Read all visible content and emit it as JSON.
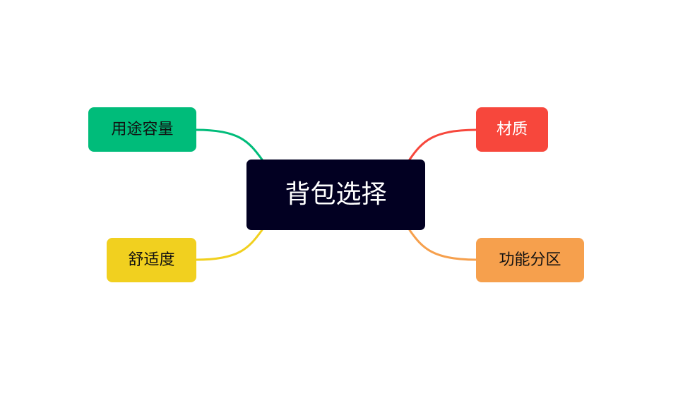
{
  "mindmap": {
    "central": {
      "label": "背包选择",
      "background": "#020022",
      "text_color": "#ffffff"
    },
    "branches": [
      {
        "id": "capacity",
        "label": "用途容量",
        "side": "left",
        "color": "#00bc7a",
        "text_color": "#111111"
      },
      {
        "id": "comfort",
        "label": "舒适度",
        "side": "left",
        "color": "#f1d01f",
        "text_color": "#111111"
      },
      {
        "id": "material",
        "label": "材质",
        "side": "right",
        "color": "#f7473c",
        "text_color": "#ffffff"
      },
      {
        "id": "zones",
        "label": "功能分区",
        "side": "right",
        "color": "#f6a04d",
        "text_color": "#111111"
      }
    ]
  }
}
